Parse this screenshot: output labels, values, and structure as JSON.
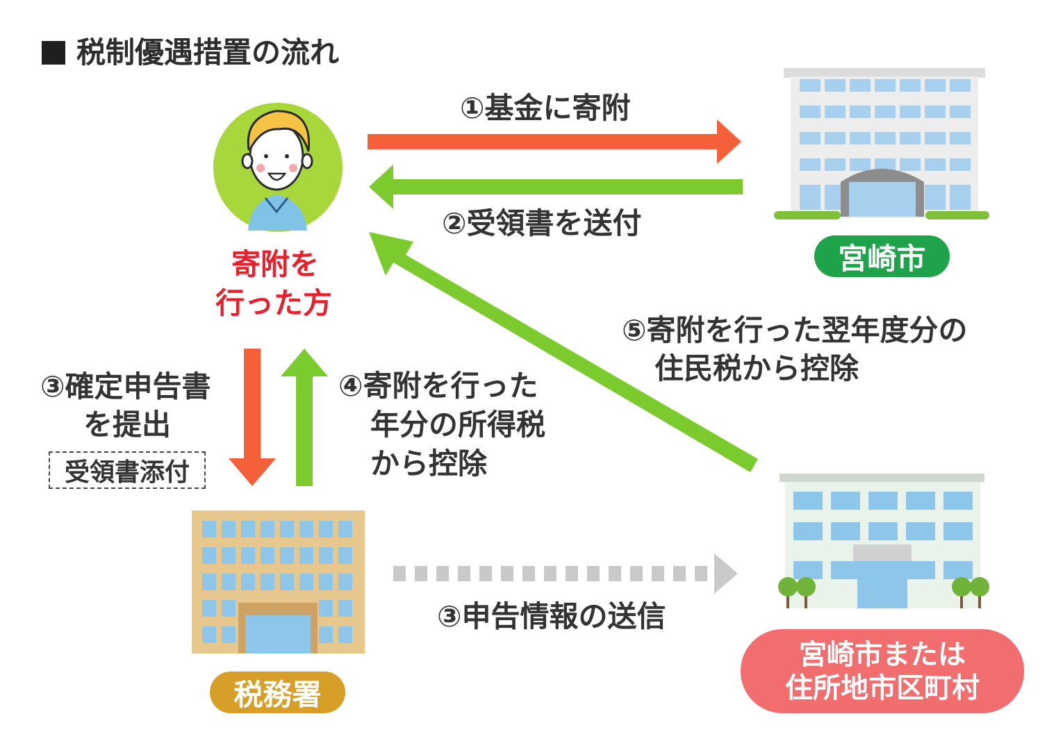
{
  "title": "税制優遇措置の流れ",
  "donor": {
    "label_line1": "寄附を",
    "label_line2": "行った方"
  },
  "city": {
    "label": "宮崎市"
  },
  "tax_office": {
    "label": "税務署"
  },
  "municipality": {
    "label_line1": "宮崎市または",
    "label_line2": "住所地市区町村"
  },
  "steps": {
    "step1": "①基金に寄附",
    "step2": "②受領書を送付",
    "step3_line1": "③確定申告書",
    "step3_line2": "を提出",
    "step3_note": "受領書添付",
    "step4_line1": "④寄附を行った",
    "step4_line2": "年分の所得税",
    "step4_line3": "から控除",
    "step5_line1": "⑤寄附を行った翌年度分の",
    "step5_line2": "住民税から控除",
    "step3b": "③申告情報の送信"
  },
  "colors": {
    "orange_arrow": "#f4603a",
    "green_arrow": "#7ccb2e",
    "gray_arrow": "#c9c9c9",
    "red_text": "#e8202c",
    "city_pill": "#1fa34a",
    "tax_pill": "#d79f28",
    "municipality_pill": "#f26d6d"
  }
}
